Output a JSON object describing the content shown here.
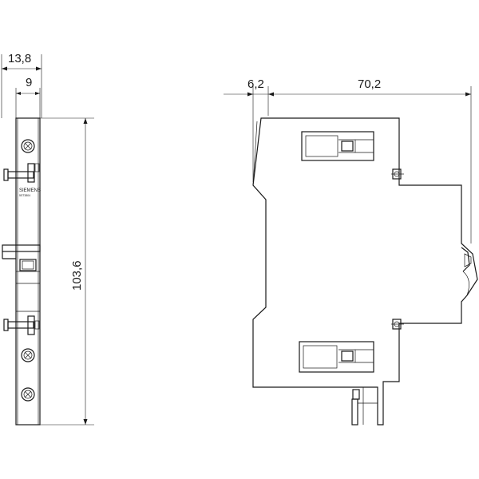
{
  "dimensions": {
    "front_total_width": "13,8",
    "front_inner_width": "9",
    "front_height": "103,6",
    "side_left_offset": "6,2",
    "side_depth": "70,2"
  },
  "front_view": {
    "brand": "SIEMENS",
    "model": "5ST3804"
  }
}
